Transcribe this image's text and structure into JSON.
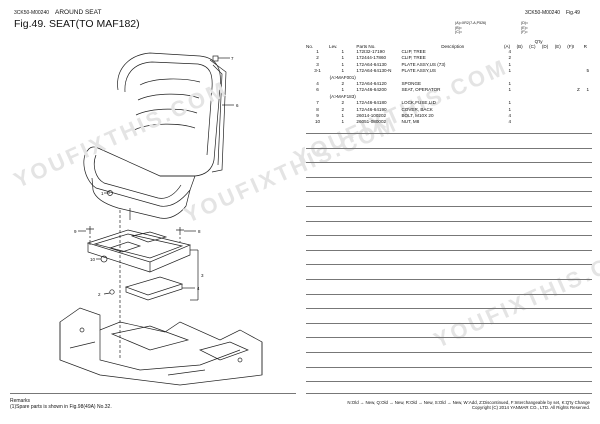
{
  "header": {
    "model_left": "3CK50-M00240",
    "section": "AROUND SEAT",
    "model_right": "3CK50-M00240",
    "fig_right": "Fig.49",
    "fig_title": "Fig.49.  SEAT(TO MAF182)",
    "variant_a": "(A)=XR2(7-A,P526)",
    "variant_b": "(B)=",
    "variant_c": "(C)=",
    "variant_d": "(D)=",
    "variant_e": "(E)=",
    "variant_f": "(F)="
  },
  "table": {
    "headers": {
      "no": "No.",
      "lev": "Lev.",
      "pn": "Parts No.",
      "desc": "Description",
      "qty": "Q'ty",
      "i": "I",
      "r": "R"
    },
    "qty_cols": [
      "(A)",
      "(B)",
      "(C)",
      "(D)",
      "(E)",
      "(F)"
    ],
    "rows": [
      {
        "no": "1",
        "lev": "1",
        "pn": "172I32-17190",
        "desc": "CLIP, TREE",
        "a": "4",
        "i": "",
        "r": ""
      },
      {
        "no": "2",
        "lev": "1",
        "pn": "172444-17860",
        "desc": "CLIP, TREE",
        "a": "2",
        "i": "",
        "r": ""
      },
      {
        "no": "3",
        "lev": "1",
        "pn": "172A64-64130",
        "desc": "PLATE ASSY,US    (73)",
        "a": "1",
        "i": "",
        "r": ""
      },
      {
        "no": "3-1",
        "lev": "1",
        "pn": "172A64-64130-N",
        "desc": "PLATE ASSY,US",
        "a": "1",
        "i": "",
        "r": "5"
      },
      {
        "no": "",
        "lev": "(A>MAF001)",
        "pn": "",
        "desc": "",
        "a": "",
        "i": "",
        "r": ""
      },
      {
        "no": "4",
        "lev": "2",
        "pn": "172A64-64120",
        "desc": "SPONGE",
        "a": "1",
        "i": "",
        "r": ""
      },
      {
        "no": "6",
        "lev": "1",
        "pn": "172A46-64200",
        "desc": "SEAT, OPERATOR",
        "a": "1",
        "i": "Z",
        "r": "1"
      },
      {
        "no": "",
        "lev": "(A>MAF183)",
        "pn": "",
        "desc": "",
        "a": "",
        "i": "",
        "r": ""
      },
      {
        "no": "7",
        "lev": "2",
        "pn": "172A46-64180",
        "desc": "LOCK,FUSE,LID",
        "a": "1",
        "i": "",
        "r": ""
      },
      {
        "no": "8",
        "lev": "2",
        "pn": "172A46-64190",
        "desc": "COVER, BACK",
        "a": "1",
        "i": "",
        "r": ""
      },
      {
        "no": "9",
        "lev": "1",
        "pn": "26014-100202",
        "desc": "BOLT, M10X 20",
        "a": "4",
        "i": "",
        "r": ""
      },
      {
        "no": "10",
        "lev": "1",
        "pn": "26051-080002",
        "desc": "NUT, M8",
        "a": "4",
        "i": "",
        "r": ""
      }
    ]
  },
  "diagram": {
    "callouts": [
      "7",
      "6",
      "1",
      "8",
      "9",
      "10",
      "2",
      "3",
      "4"
    ]
  },
  "remarks": {
    "title": "Remarks",
    "line1": "(1)Spare parts is shown in Fig.98(49A) No.32."
  },
  "legend": {
    "line1": "N:Old → New, Q:Old → New, R:Old → New, S:Old → New, W:Add, Z:Discontinued, F:Interchangeable by set, K:Q'ty Change",
    "line2": "Copyright (C) 2014 YANMAR CO., LTD. All Rights Reserved."
  },
  "watermark": "YOUFIXTHIS.COM"
}
